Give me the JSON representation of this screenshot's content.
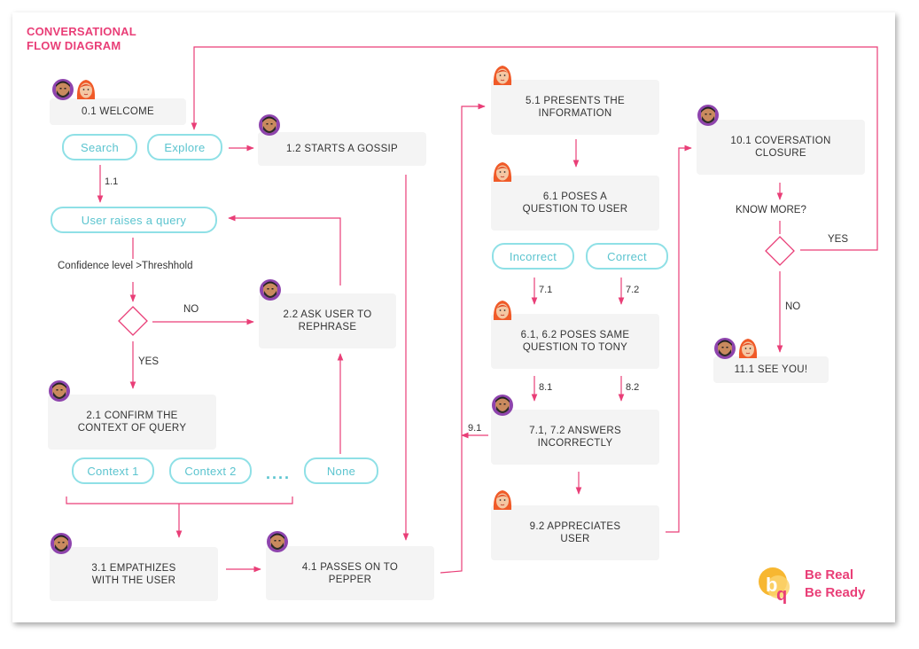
{
  "title": {
    "line1": "CONVERSATIONAL",
    "line2": "FLOW DIAGRAM"
  },
  "nodes": {
    "welcome": "0.1 WELCOME",
    "starts_gossip": "1.2 STARTS A GOSSIP",
    "confirm_context": "2.1 CONFIRM THE\nCONTEXT OF QUERY",
    "ask_rephrase": "2.2 ASK USER TO\nREPHRASE",
    "empathizes": "3.1 EMPATHIZES\nWITH THE USER",
    "passes_pepper": "4.1 PASSES ON TO\nPEPPER",
    "presents_info": "5.1 PRESENTS THE\nINFORMATION",
    "poses_question": "6.1 POSES A\nQUESTION TO USER",
    "poses_same": "6.1, 6.2 POSES SAME\nQUESTION TO TONY",
    "answers_incorrectly": "7.1, 7.2 ANSWERS\nINCORRECTLY",
    "appreciates": "9.2 APPRECIATES\nUSER",
    "closure": "10.1 COVERSATION\nCLOSURE",
    "see_you": "11.1 SEE YOU!"
  },
  "pills": {
    "search": "Search",
    "explore": "Explore",
    "query": "User raises a query",
    "context1": "Context 1",
    "context2": "Context 2",
    "none": "None",
    "incorrect": "Incorrect",
    "correct": "Correct",
    "ellipsis": "...."
  },
  "labels": {
    "confidence": "Confidence level >Threshhold",
    "no1": "NO",
    "yes1": "YES",
    "know_more": "KNOW MORE?",
    "yes2": "YES",
    "no2": "NO"
  },
  "edge_numbers": {
    "n11": "1.1",
    "n71": "7.1",
    "n72": "7.2",
    "n81": "8.1",
    "n82": "8.2",
    "n91": "9.1"
  },
  "brand": {
    "line1": "Be Real",
    "line2": "Be Ready"
  },
  "colors": {
    "accent": "#e93e77",
    "pill_border": "#8fe0e6",
    "pill_text": "#5bc4cf",
    "box_bg": "#f4f4f4",
    "avatar_female_hair": "#f05a28",
    "avatar_male_ring": "#8e44ad"
  }
}
